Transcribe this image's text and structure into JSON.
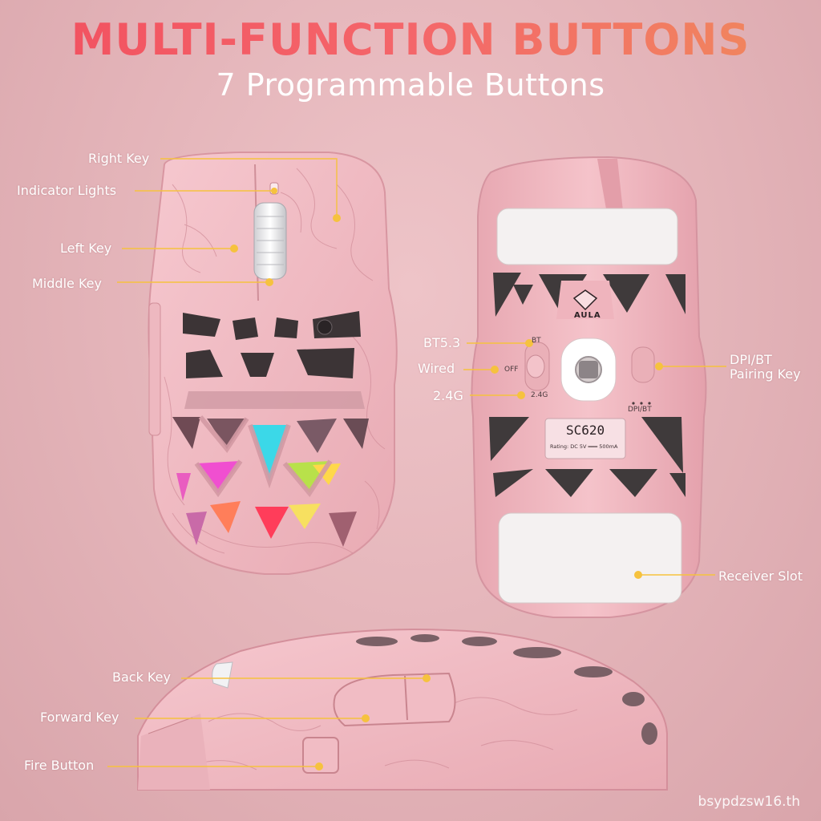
{
  "header": {
    "title": "MULTI-FUNCTION BUTTONS",
    "subtitle": "7 Programmable Buttons"
  },
  "top_view_labels": {
    "right_key": "Right Key",
    "indicator_lights": "Indicator Lights",
    "left_key": "Left Key",
    "middle_key": "Middle Key"
  },
  "bottom_view_labels": {
    "bt": "BT5.3",
    "wired": "Wired",
    "g24": "2.4G",
    "dpi_bt_line1": "DPI/BT",
    "dpi_bt_line2": "Pairing Key",
    "receiver_slot": "Receiver Slot"
  },
  "bottom_print": {
    "switch_bt": "BT",
    "switch_off": "OFF",
    "switch_24g": "2.4G",
    "dpi_bt": "DPI/BT",
    "brand": "AULA",
    "model": "SC620",
    "rating": "Rating: DC 5V ═══ 500mA"
  },
  "side_view_labels": {
    "back_key": "Back Key",
    "forward_key": "Forward Key",
    "fire_button": "Fire Button"
  },
  "watermark": "bsypdzsw16.th",
  "colors": {
    "background": "#e3b3b8",
    "shell": "#f1bcc4",
    "callout": "#f6c23e",
    "headline": "#f24f5f"
  }
}
